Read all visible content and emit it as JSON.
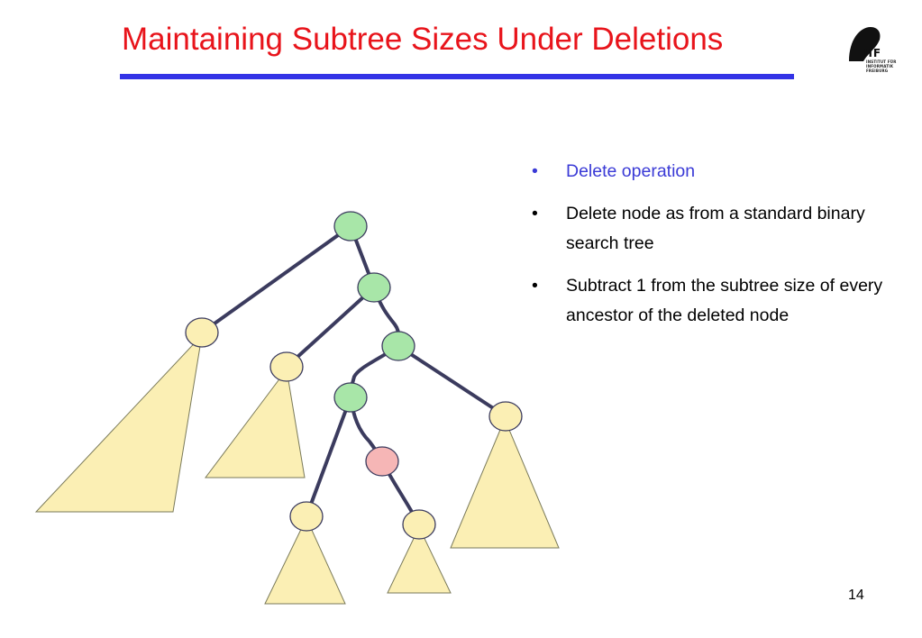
{
  "slide": {
    "title": "Maintaining Subtree Sizes Under Deletions",
    "page_number": "14",
    "logo": {
      "mark": "IIF",
      "lines": [
        "INSTITUT FÜR",
        "INFORMATIK",
        "FREIBURG"
      ]
    }
  },
  "bullets": [
    {
      "symbol": "•",
      "text": "Delete operation"
    },
    {
      "symbol": "•",
      "text": "Delete node as from a standard binary search tree"
    },
    {
      "symbol": "•",
      "text": "Subtract 1 from the subtree size of every ancestor of the deleted node"
    }
  ],
  "colors": {
    "title": "#e8141b",
    "rule": "#3333e6",
    "bullet_accent": "#3a3ad6",
    "edge": "#3b3b5e",
    "ancestor_node": "#a8e6a8",
    "deleted_node": "#f6b6b6",
    "subtree_node": "#fbefb4",
    "subtree_triangle": "#fbefb4"
  }
}
